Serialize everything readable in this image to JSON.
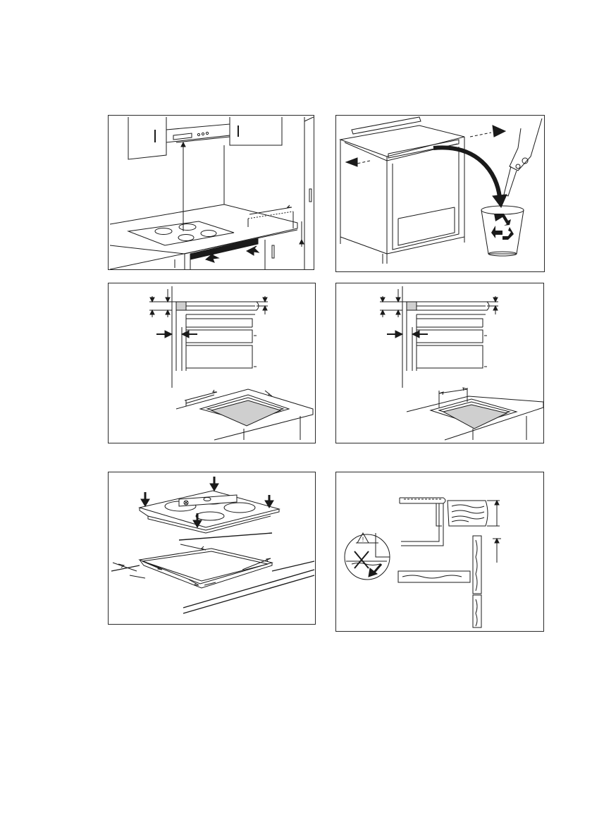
{
  "page": {
    "background": "#ffffff",
    "line_color": "#1a1a1a",
    "cutout_fill": "#cfcfcf"
  },
  "figures": [
    {
      "id": "fig-1",
      "subject": "kitchen-hob-with-extractor-hood",
      "icons": [
        "extractor-hood-icon",
        "hob-icon",
        "arrow-icon"
      ]
    },
    {
      "id": "fig-2",
      "subject": "remove-cabinet-crossbar-and-recycle",
      "icons": [
        "cabinet-icon",
        "recycle-icon",
        "hand-icon"
      ]
    },
    {
      "id": "fig-3",
      "subject": "cutout-clearances-drawer",
      "icons": [
        "arrow-icon"
      ]
    },
    {
      "id": "fig-4",
      "subject": "cutout-clearances-drawer-variant",
      "icons": [
        "arrow-icon"
      ]
    },
    {
      "id": "fig-5",
      "subject": "place-hob-into-worktop",
      "icons": [
        "arrow-icon",
        "spirit-level-icon"
      ]
    },
    {
      "id": "fig-6",
      "subject": "worktop-edge-detail",
      "icons": [
        "warning-icon",
        "cross-icon"
      ]
    }
  ],
  "warning_symbol": "!"
}
